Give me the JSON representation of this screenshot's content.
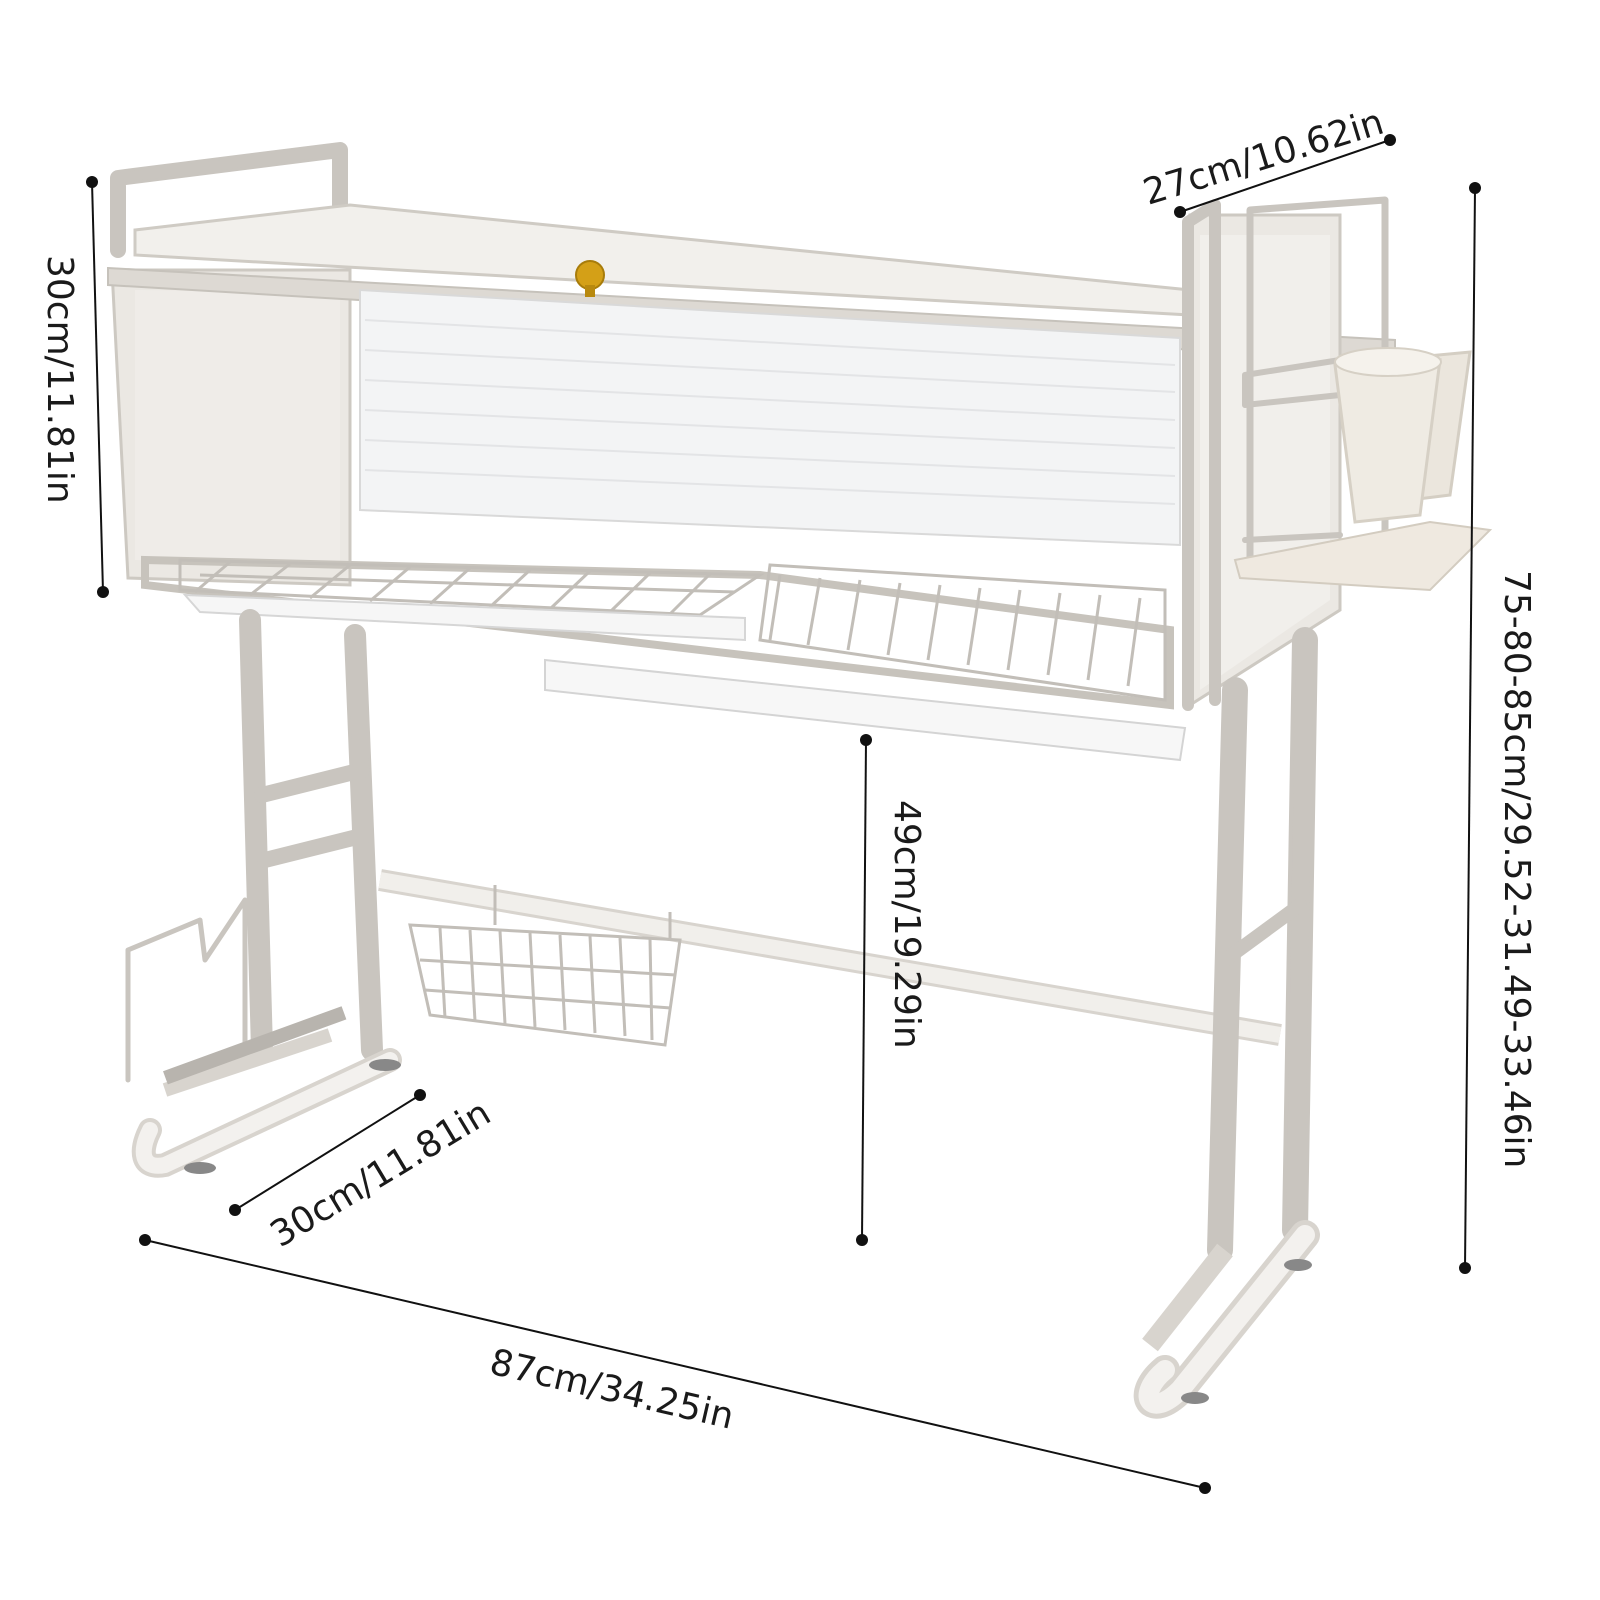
{
  "image": {
    "subject": "over-sink dish drying rack with dimension annotations",
    "colors": {
      "frame": "#e8e5e0",
      "panel": "#f0eeea",
      "handle": "#d4a017",
      "annotation": "#111111"
    }
  },
  "dimensions": {
    "top_section_height": "30cm/11.81in",
    "shelf_depth": "27cm/10.62in",
    "overall_height": "75-80-85cm/29.52-31.49-33.46in",
    "clearance_height": "49cm/19.29in",
    "base_depth": "30cm/11.81in",
    "overall_width": "87cm/34.25in"
  }
}
